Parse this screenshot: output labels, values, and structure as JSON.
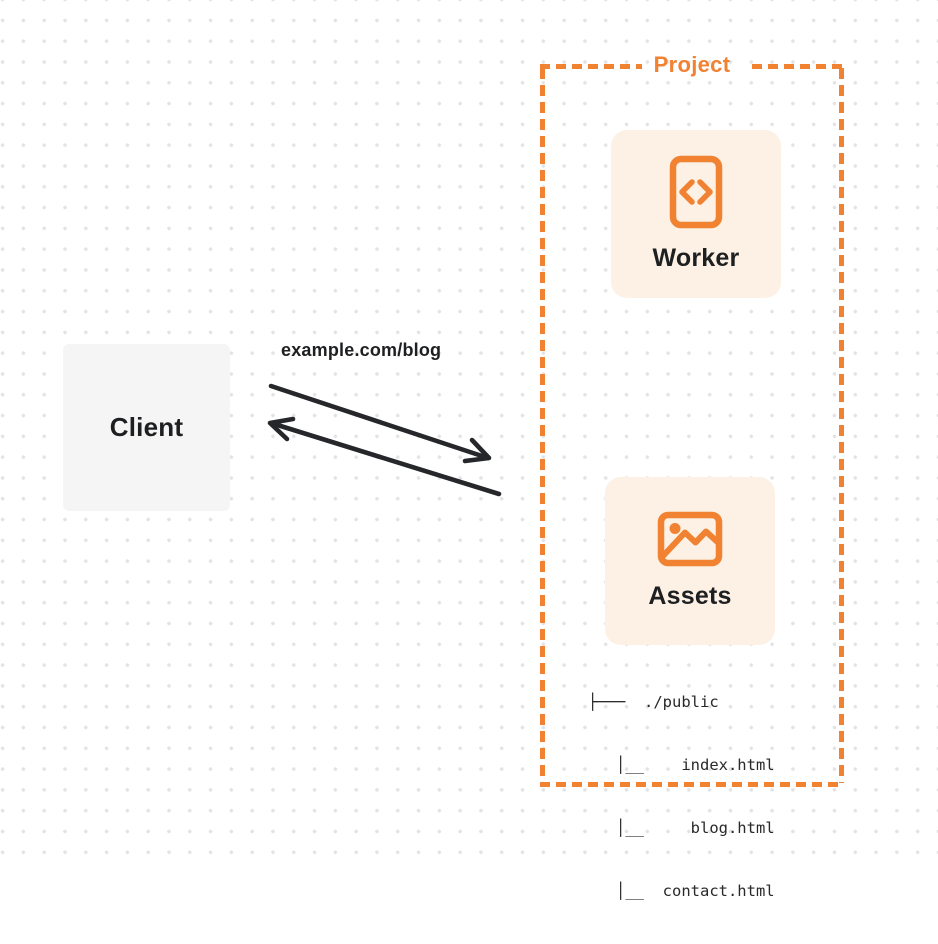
{
  "colors": {
    "accent_orange": "#f08232",
    "card_cream": "#fcf1e4",
    "client_gray": "#f5f5f6",
    "text_dark": "#1e1f21",
    "arrow_black": "#26272b",
    "dot_gray": "#e3e3e6"
  },
  "client": {
    "label": "Client"
  },
  "request": {
    "url_label": "example.com/blog"
  },
  "project": {
    "label": "Project",
    "worker": {
      "label": "Worker",
      "icon": "code-document-icon"
    },
    "assets": {
      "label": "Assets",
      "icon": "image-icon",
      "tree": {
        "lines": [
          "├───  ./public",
          "   │__    index.html",
          "   │__     blog.html",
          "   │__  contact.html"
        ]
      }
    }
  }
}
